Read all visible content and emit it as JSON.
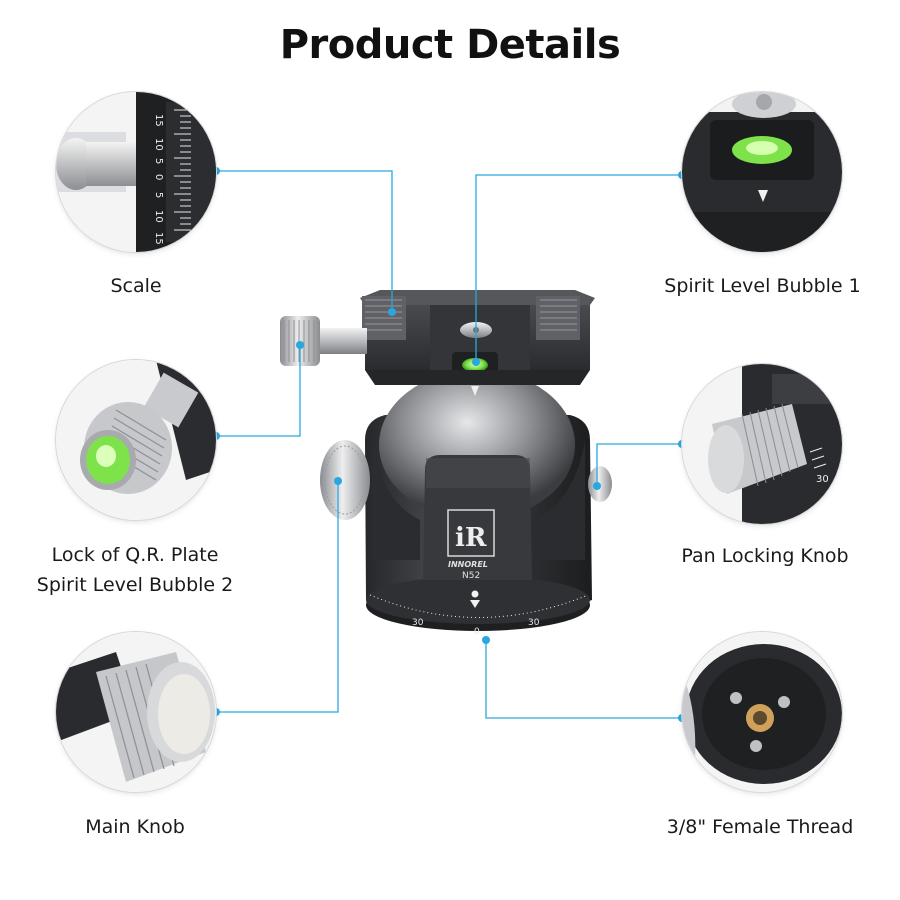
{
  "title": "Product Details",
  "labels": {
    "scale": "Scale",
    "spirit_level_1": "Spirit Level Bubble 1",
    "lock_qr_plate": "Lock of Q.R. Plate",
    "spirit_level_2": "Spirit Level Bubble 2",
    "pan_locking_knob": "Pan Locking Knob",
    "main_knob": "Main Knob",
    "female_thread": "3/8\" Female Thread"
  },
  "product": {
    "brand_mark": "iR",
    "brand_name": "INNOREL",
    "model": "N52",
    "base_scale_marks": [
      "30",
      "0",
      "30"
    ]
  },
  "detail_scale": {
    "ticks": [
      "15",
      "10",
      "5",
      "0",
      "5",
      "10",
      "15"
    ]
  },
  "pan_knob_scale": {
    "tick": "30"
  },
  "colors": {
    "callout_line": "#2aa7e0",
    "body": "#3a3b3e",
    "bubble": "#7ee24a"
  },
  "icons": [
    "callout-dot-icon"
  ]
}
